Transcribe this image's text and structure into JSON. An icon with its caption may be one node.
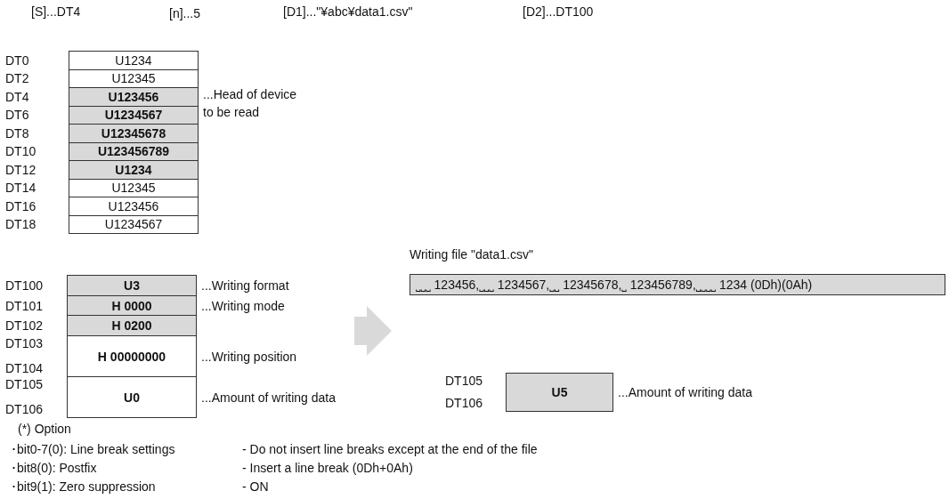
{
  "diagram": {
    "nodes": [
      {
        "text": [
          "U1234"
        ],
        "beside": [
          "DT0"
        ]
      },
      {
        "text": [
          "U12345"
        ],
        "beside": [
          "DT2"
        ]
      },
      {
        "text": [
          "U123456"
        ],
        "beside": [
          "DT4",
          "...Head of device to be read"
        ]
      },
      {
        "text": [
          "U1234567"
        ],
        "beside": [
          "DT6"
        ]
      },
      {
        "text": [
          "U12345678"
        ],
        "beside": [
          "DT8"
        ]
      },
      {
        "text": [
          "U123456789"
        ],
        "beside": [
          "DT10"
        ]
      },
      {
        "text": [
          "U1234"
        ],
        "beside": [
          "DT12"
        ]
      },
      {
        "text": [
          "U12345"
        ],
        "beside": [
          "DT14"
        ]
      },
      {
        "text": [
          "U123456"
        ],
        "beside": [
          "DT16"
        ]
      },
      {
        "text": [
          "U1234567"
        ],
        "beside": [
          "DT18"
        ]
      },
      {
        "text": [
          "U3"
        ],
        "beside": [
          "DT100",
          "...Writing format"
        ]
      },
      {
        "text": [
          "H 0000"
        ],
        "beside": [
          "DT101",
          "...Writing mode"
        ]
      },
      {
        "text": [
          "H 0200"
        ],
        "beside": [
          "DT102"
        ]
      },
      {
        "text": [
          "H 00000000"
        ],
        "beside": [
          "DT103",
          "DT104",
          "...Writing position"
        ]
      },
      {
        "text": [
          "U0"
        ],
        "beside": [
          "DT105",
          "DT106",
          "...Amount of writing data"
        ]
      },
      {
        "text": [
          "˽˽˽ 123456,˽˽˽ 1234567,˽˽ 12345678,˽ 123456789,˽˽˽˽ 1234 (0Dh)(0Ah)"
        ],
        "beside": [
          "Writing file \"data1.csv\""
        ]
      },
      {
        "text": [
          "U5"
        ],
        "beside": [
          "DT105",
          "DT106",
          "...Amount of writing data"
        ]
      }
    ],
    "labels": [
      "[S]...DT4",
      "[n]...5",
      "[D1]...\"¥abc¥data1.csv\"",
      "[D2]...DT100",
      "(*) Option",
      "･bit0-7(0): Line break settings",
      "- Do not insert line breaks except at the end of the file",
      "･bit8(0): Postfix",
      "- Insert a line break (0Dh+0Ah)",
      "･bit9(1): Zero suppression",
      "- ON"
    ]
  }
}
